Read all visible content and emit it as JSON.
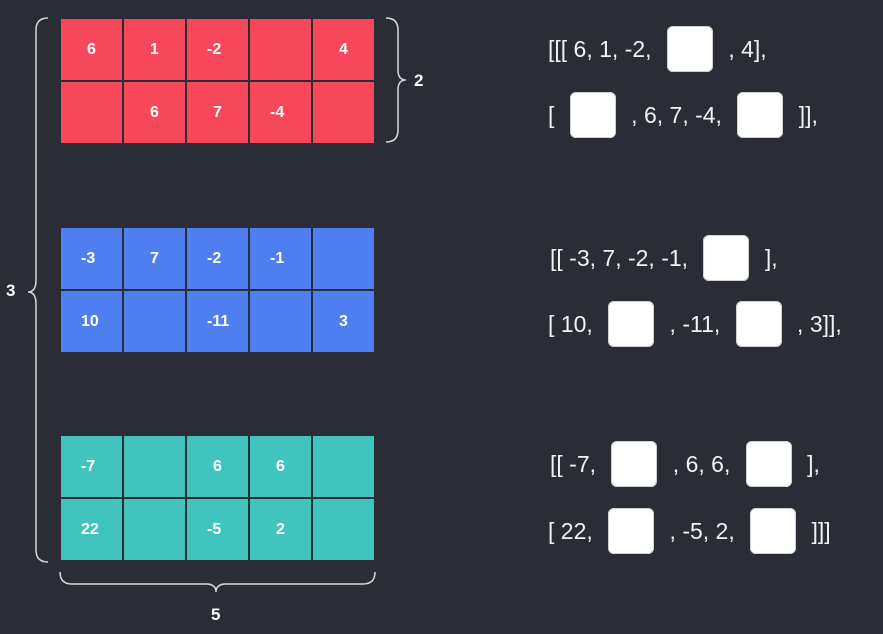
{
  "colors": {
    "red": "#f7485b",
    "blue": "#4f7ef0",
    "teal": "#40c4bd",
    "background": "#2a2d35"
  },
  "tensor": [
    {
      "color": "red",
      "rows": [
        [
          "6",
          "1",
          "-2",
          "",
          "4"
        ],
        [
          "",
          "6",
          "7",
          "-4",
          ""
        ]
      ]
    },
    {
      "color": "blue",
      "rows": [
        [
          "-3",
          "7",
          "-2",
          "-1",
          ""
        ],
        [
          "10",
          "",
          "-11",
          "",
          "3"
        ]
      ]
    },
    {
      "color": "teal",
      "rows": [
        [
          "-7",
          "",
          "6",
          "6",
          ""
        ],
        [
          "22",
          "",
          "-5",
          "2",
          ""
        ]
      ]
    }
  ],
  "dimension_labels": {
    "depth": "3",
    "rows": "2",
    "columns": "5"
  },
  "code_lines": [
    {
      "parts": [
        "[[[ 6, 1, -2, ",
        null,
        " , 4],"
      ]
    },
    {
      "parts": [
        "[ ",
        null,
        " , 6, 7, -4, ",
        null,
        " ]],"
      ]
    },
    {
      "parts": [
        "[[ -3, 7, -2, -1, ",
        null,
        " ],"
      ]
    },
    {
      "parts": [
        "[ 10, ",
        null,
        " , -11, ",
        null,
        " , 3]],"
      ]
    },
    {
      "parts": [
        "[[ -7, ",
        null,
        " , 6, 6, ",
        null,
        " ],"
      ]
    },
    {
      "parts": [
        "[ 22, ",
        null,
        " , -5, 2, ",
        null,
        " ]]]"
      ]
    }
  ]
}
